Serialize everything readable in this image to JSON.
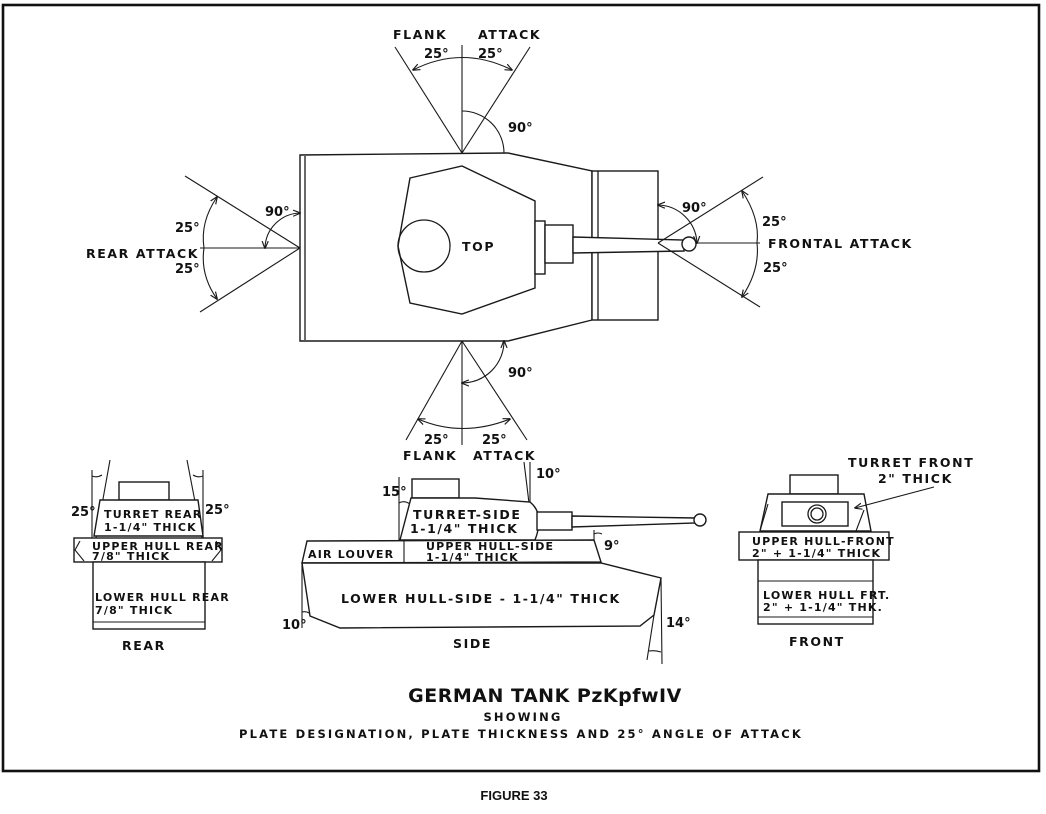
{
  "figure": {
    "title": "GERMAN TANK PzKpfwIV",
    "subtitle_1": "SHOWING",
    "subtitle_2": "PLATE DESIGNATION, PLATE THICKNESS AND 25° ANGLE OF ATTACK",
    "caption": "FIGURE 33"
  },
  "top_view": {
    "label": "TOP",
    "flank_top": {
      "left": "FLANK",
      "right": "ATTACK",
      "angle_left": "25°",
      "angle_right": "25°",
      "right_angle": "90°"
    },
    "flank_bottom": {
      "left": "FLANK",
      "right": "ATTACK",
      "angle_left": "25°",
      "angle_right": "25°",
      "right_angle": "90°"
    },
    "rear_attack": {
      "label": "REAR ATTACK",
      "angle_upper": "25°",
      "angle_lower": "25°",
      "right_angle": "90°"
    },
    "frontal_attack": {
      "label": "FRONTAL ATTACK",
      "angle_upper": "25°",
      "angle_lower": "25°",
      "right_angle": "90°"
    }
  },
  "rear_view": {
    "label": "REAR",
    "angle_left": "25°",
    "angle_right": "25°",
    "plates": [
      {
        "name": "TURRET REAR",
        "thickness": "1-1/4\" THICK"
      },
      {
        "name": "UPPER HULL REAR",
        "thickness": "7/8\" THICK"
      },
      {
        "name": "LOWER HULL REAR",
        "thickness": "7/8\" THICK"
      }
    ]
  },
  "side_view": {
    "label": "SIDE",
    "angles": {
      "turret_rear": "15°",
      "turret_front": "10°",
      "upper_hull_front": "9°",
      "lower_hull_front": "14°",
      "lower_hull_rear": "10°"
    },
    "plates": [
      {
        "name": "TURRET-SIDE",
        "thickness": "1-1/4\" THICK"
      },
      {
        "name": "AIR LOUVER"
      },
      {
        "name": "UPPER HULL-SIDE",
        "thickness": "1-1/4\" THICK"
      },
      {
        "name": "LOWER HULL-SIDE - 1-1/4\" THICK"
      }
    ]
  },
  "front_view": {
    "label": "FRONT",
    "callout": {
      "name": "TURRET FRONT",
      "thickness": "2\" THICK"
    },
    "plates": [
      {
        "name": "UPPER HULL-FRONT",
        "thickness": "2\" + 1-1/4\" THICK"
      },
      {
        "name": "LOWER HULL FRT.",
        "thickness": "2\" + 1-1/4\" THK."
      }
    ]
  }
}
